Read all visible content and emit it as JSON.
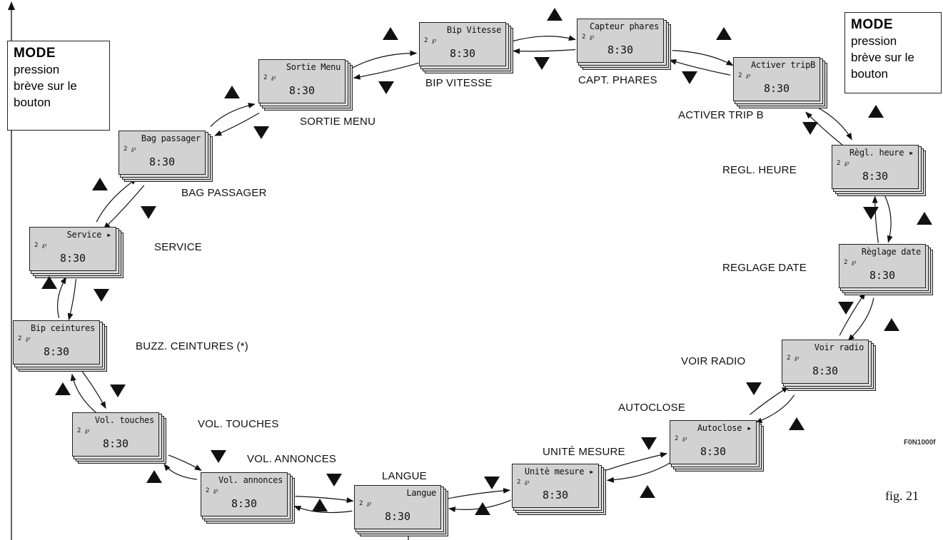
{
  "mode_left": {
    "title": "MODE",
    "desc": "pression\nbrève sur le\nbouton"
  },
  "mode_right": {
    "title": "MODE",
    "desc": "pression\nbrève sur le\nbouton"
  },
  "indicator": "2 ℘",
  "screens": [
    {
      "title": "Bip Vitesse",
      "time": "8:30",
      "label": "BIP VITESSE"
    },
    {
      "title": "Capteur phares",
      "time": "8:30",
      "label": "CAPT. PHARES"
    },
    {
      "title": "Activer tripB",
      "time": "8:30",
      "label": "ACTIVER TRIP B"
    },
    {
      "title": "Règl. heure ▸",
      "time": "8:30",
      "label": "REGL. HEURE"
    },
    {
      "title": "Règlage date",
      "time": "8:30",
      "label": "REGLAGE DATE"
    },
    {
      "title": "Voir radio",
      "time": "8:30",
      "label": "VOIR RADIO"
    },
    {
      "title": "Autoclose ▸",
      "time": "8:30",
      "label": "AUTOCLOSE"
    },
    {
      "title": "Unitè mesure ▸",
      "time": "8:30",
      "label": "UNITÉ MESURE"
    },
    {
      "title": "Langue",
      "time": "8:30",
      "label": "LANGUE"
    },
    {
      "title": "Vol. annonces",
      "time": "8:30",
      "label": "VOL. ANNONCES"
    },
    {
      "title": "Vol. touches",
      "time": "8:30",
      "label": "VOL. TOUCHES"
    },
    {
      "title": "Bip ceintures",
      "time": "8:30",
      "label": "BUZZ. CEINTURES (*)"
    },
    {
      "title": "Service ▸",
      "time": "8:30",
      "label": "SERVICE"
    },
    {
      "title": "Bag passager",
      "time": "8:30",
      "label": "BAG PASSAGER"
    },
    {
      "title": "Sortie Menu",
      "time": "8:30",
      "label": "SORTIE MENU"
    }
  ],
  "figure_code": "F0N1000f",
  "figure_caption": "fig. 21"
}
